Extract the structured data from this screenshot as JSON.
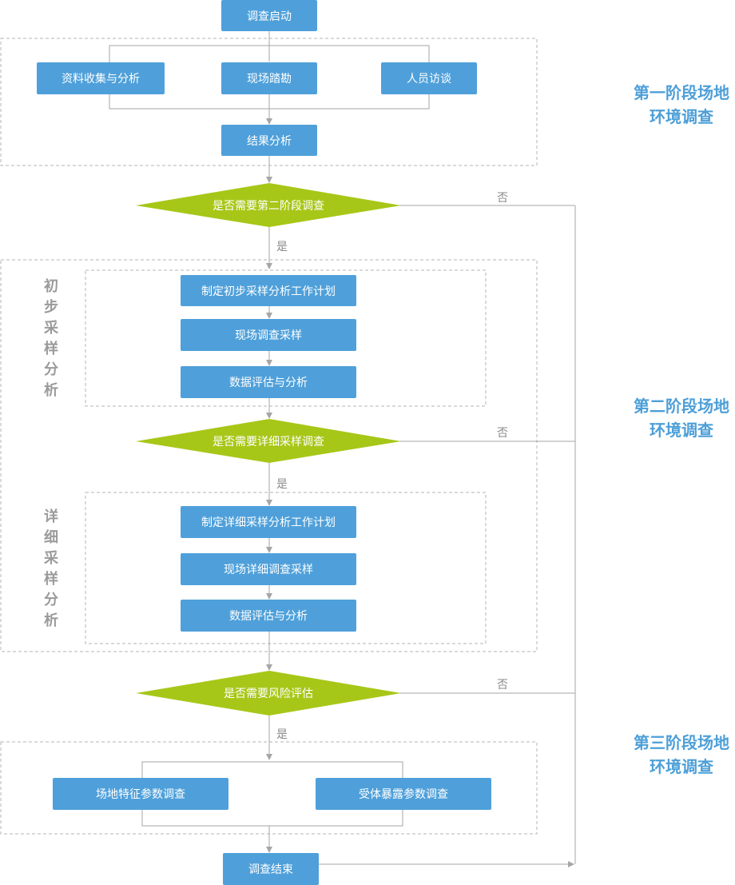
{
  "nodes": {
    "start": "调查启动",
    "data_collection": "资料收集与分析",
    "site_survey": "现场踏勘",
    "interview": "人员访谈",
    "result_analysis": "结果分析",
    "decision_stage2": "是否需要第二阶段调查",
    "plan_initial": "制定初步采样分析工作计划",
    "field_sampling": "现场调查采样",
    "eval1": "数据评估与分析",
    "decision_detail": "是否需要详细采样调查",
    "plan_detail": "制定详细采样分析工作计划",
    "field_detail_sampling": "现场详细调查采样",
    "eval2": "数据评估与分析",
    "decision_risk": "是否需要风险评估",
    "site_param": "场地特征参数调查",
    "receptor_param": "受体暴露参数调查",
    "end": "调查结束"
  },
  "labels": {
    "yes": "是",
    "no": "否"
  },
  "groups": {
    "initial": "初步采样分析",
    "detail": "详细采样分析"
  },
  "stages": {
    "stage1_line1": "第一阶段场地",
    "stage1_line2": "环境调查",
    "stage2_line1": "第二阶段场地",
    "stage2_line2": "环境调查",
    "stage3_line1": "第三阶段场地",
    "stage3_line2": "环境调查"
  },
  "colors": {
    "box": "#4fa0da",
    "diamond": "#a7c718",
    "stage_text": "#4d9fd8",
    "connector": "#a6a6a6",
    "dashed_border": "#b5b5b5"
  }
}
